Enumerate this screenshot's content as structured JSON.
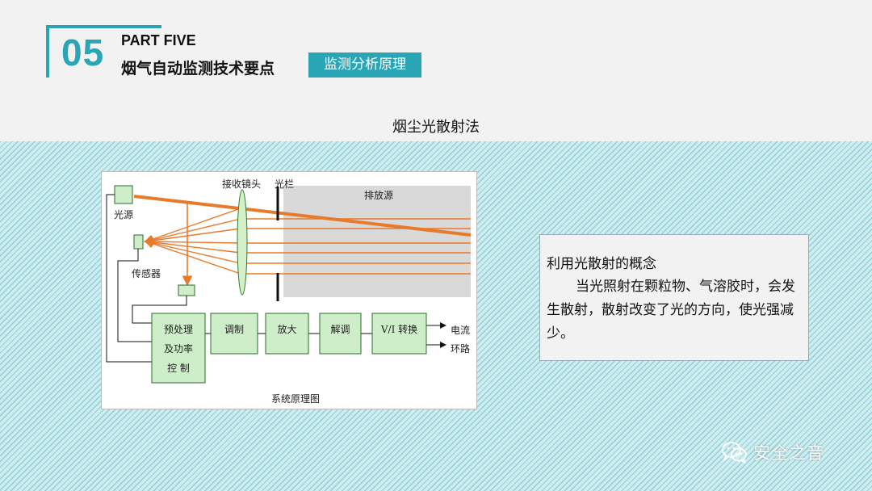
{
  "header": {
    "section_number": "05",
    "part_label": "PART FIVE",
    "section_title": "烟气自动监测技术要点",
    "topic_badge": "监测分析原理"
  },
  "slide": {
    "heading": "烟尘光散射法"
  },
  "diagram": {
    "labels": {
      "light_source": "光源",
      "sensor": "传感器",
      "receiver_lens": "接收镜头",
      "aperture": "光栏",
      "emission_source": "排放源",
      "caption": "系统原理图",
      "output": [
        "电流",
        "环路"
      ]
    },
    "blocks": {
      "preprocess": [
        "预处理",
        "及功率",
        "控 制"
      ],
      "modulate": "调制",
      "amplify": "放大",
      "demodulate": "解调",
      "vi_convert": "V/I 转换"
    }
  },
  "explanation": {
    "title": "利用光散射的概念",
    "body": "当光照射在颗粒物、气溶胶时，会发生散射，散射改变了光的方向，使光强减少。"
  },
  "watermark": {
    "text": "安全之音",
    "icon": "wechat-icon"
  },
  "colors": {
    "accent": "#2aa5b5",
    "beam": "#e87a2c",
    "block_fill": "#cdeec8",
    "block_border": "#2a6a2a"
  }
}
